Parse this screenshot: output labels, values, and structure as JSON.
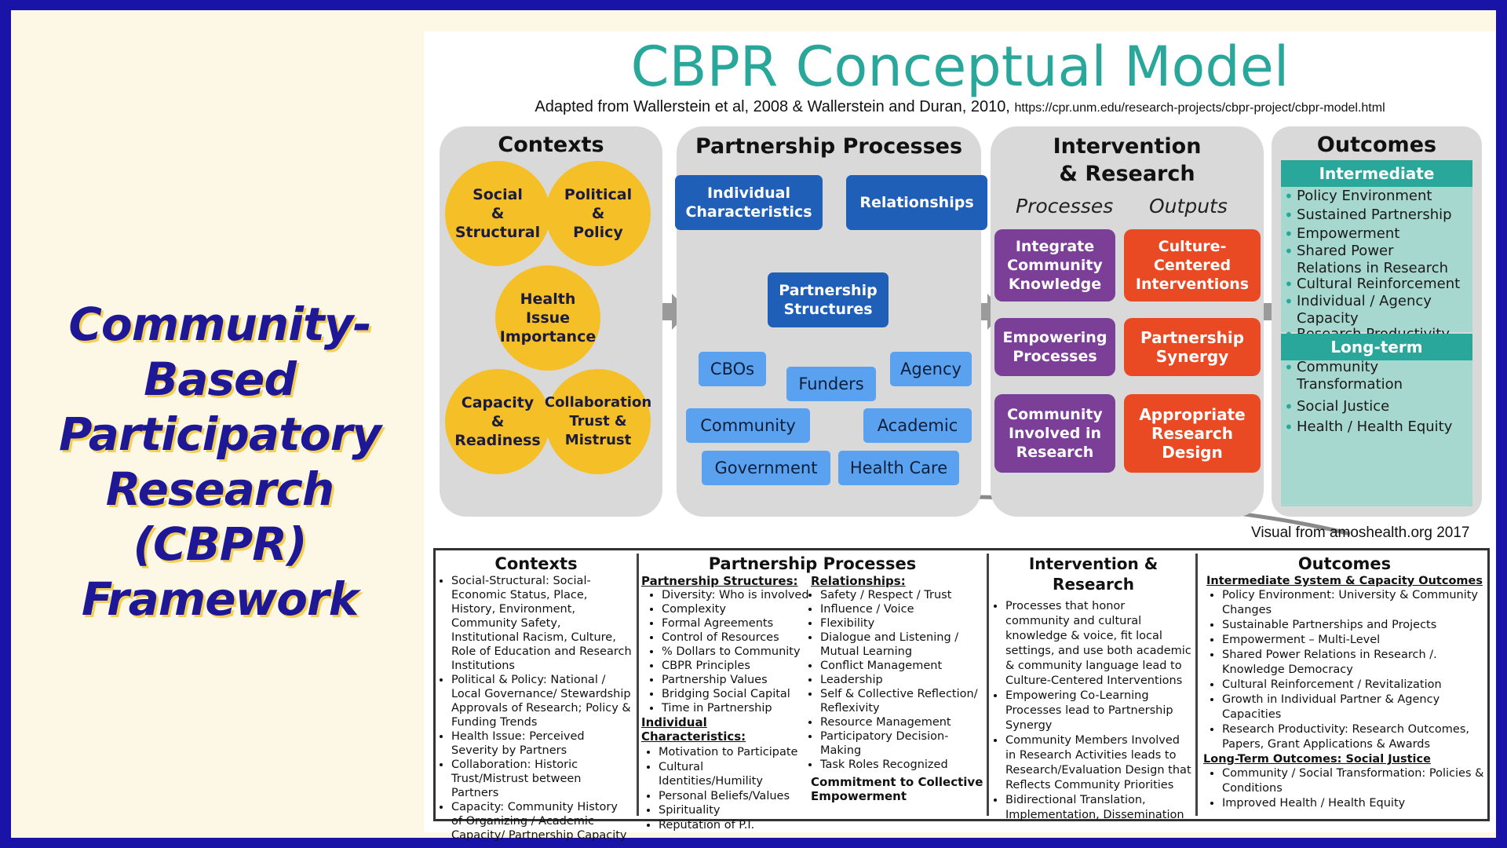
{
  "left_title": [
    "Community-Based",
    "Participatory",
    "Research",
    "(CBPR)",
    "Framework"
  ],
  "title": "CBPR Conceptual Model",
  "subtitle": "Adapted from Wallerstein et al, 2008 & Wallerstein and Duran, 2010,",
  "subtitle_url": "https://cpr.unm.edu/research-projects/cbpr-project/cbpr-model.html",
  "credit": "Visual from amoshealth.org 2017",
  "colors": {
    "teal": "#2aa79b",
    "gold": "#f5bf28",
    "navy": "#1f5fb8",
    "blue": "#5aa2f0",
    "purple": "#7b3f98",
    "orange": "#e94a24",
    "frame": "#1a13a8"
  },
  "contexts": {
    "heading": "Contexts",
    "circles": [
      "Social\n&\nStructural",
      "Political\n&\nPolicy",
      "Health\nIssue\nImportance",
      "Capacity\n&\nReadiness",
      "Collaboration\nTrust &\nMistrust"
    ]
  },
  "partnership": {
    "heading": "Partnership Processes",
    "individual": "Individual\nCharacteristics",
    "relationships": "Relationships",
    "structures": "Partnership\nStructures",
    "members": [
      "CBOs",
      "Agency",
      "Funders",
      "Community",
      "Academic",
      "Government",
      "Health Care"
    ]
  },
  "intervention": {
    "heading": "Intervention\n& Research",
    "processes_label": "Processes",
    "outputs_label": "Outputs",
    "processes": [
      "Integrate\nCommunity\nKnowledge",
      "Empowering\nProcesses",
      "Community\nInvolved in\nResearch"
    ],
    "outputs": [
      "Culture-\nCentered\nInterventions",
      "Partnership\nSynergy",
      "Appropriate\nResearch\nDesign"
    ]
  },
  "outcomes": {
    "heading": "Outcomes",
    "intermediate_label": "Intermediate",
    "intermediate": [
      "Policy Environment",
      "Sustained Partnership",
      "Empowerment",
      "Shared Power\nRelations in Research",
      "Cultural Reinforcement",
      "Individual / Agency\nCapacity",
      "Research Productivity"
    ],
    "longterm_label": "Long-term",
    "longterm": [
      "Community\nTransformation",
      "Social Justice",
      "Health / Health Equity"
    ]
  },
  "table": {
    "contexts": {
      "heading": "Contexts",
      "items": [
        "Social-Structural: Social-Economic Status, Place, History, Environment, Community Safety, Institutional Racism, Culture, Role of Education and Research Institutions",
        "Political & Policy: National / Local Governance/ Stewardship Approvals of Research; Policy & Funding Trends",
        "Health Issue: Perceived Severity by Partners",
        "Collaboration: Historic Trust/Mistrust between Partners",
        "Capacity: Community History of Organizing  / Academic Capacity/ Partnership Capacity"
      ]
    },
    "partnership": {
      "heading": "Partnership Processes",
      "structures_label": "Partnership Structures:",
      "structures": [
        "Diversity: Who is involved",
        "Complexity",
        "Formal Agreements",
        "Control of Resources",
        "% Dollars to Community",
        "CBPR Principles",
        "Partnership Values",
        "Bridging Social Capital",
        "Time in Partnership"
      ],
      "individual_label": "Individual Characteristics:",
      "individual": [
        "Motivation to Participate",
        "Cultural Identities/Humility",
        "Personal Beliefs/Values",
        "Spirituality",
        "Reputation of P.I."
      ],
      "relationships_label": "Relationships:",
      "relationships": [
        "Safety / Respect / Trust",
        "Influence / Voice",
        "Flexibility",
        "Dialogue and Listening / Mutual Learning",
        "Conflict Management",
        "Leadership",
        "Self & Collective Reflection/ Reflexivity",
        "Resource Management",
        "Participatory Decision-Making",
        "Task Roles Recognized"
      ],
      "commitment": "Commitment to Collective Empowerment"
    },
    "intervention": {
      "heading": "Intervention & Research",
      "items": [
        "Processes that honor community and cultural knowledge & voice, fit local settings, and use both academic & community language lead to Culture-Centered Interventions",
        "Empowering Co-Learning Processes lead to Partnership Synergy",
        "Community Members Involved in Research Activities leads to Research/Evaluation Design that Reflects Community Priorities",
        "Bidirectional Translation, Implementation, Dissemination"
      ]
    },
    "outcomes": {
      "heading": "Outcomes",
      "intermediate_label": "Intermediate System & Capacity Outcomes",
      "intermediate": [
        "Policy Environment: University  & Community Changes",
        "Sustainable Partnerships and Projects",
        "Empowerment – Multi-Level",
        "Shared Power Relations in Research /. Knowledge Democracy",
        "Cultural Reinforcement / Revitalization",
        "Growth in Individual Partner & Agency Capacities",
        "Research Productivity: Research Outcomes, Papers, Grant Applications & Awards"
      ],
      "longterm_label": "Long-Term Outcomes: Social Justice",
      "longterm": [
        "Community / Social Transformation: Policies & Conditions",
        "Improved Health / Health Equity"
      ]
    }
  }
}
